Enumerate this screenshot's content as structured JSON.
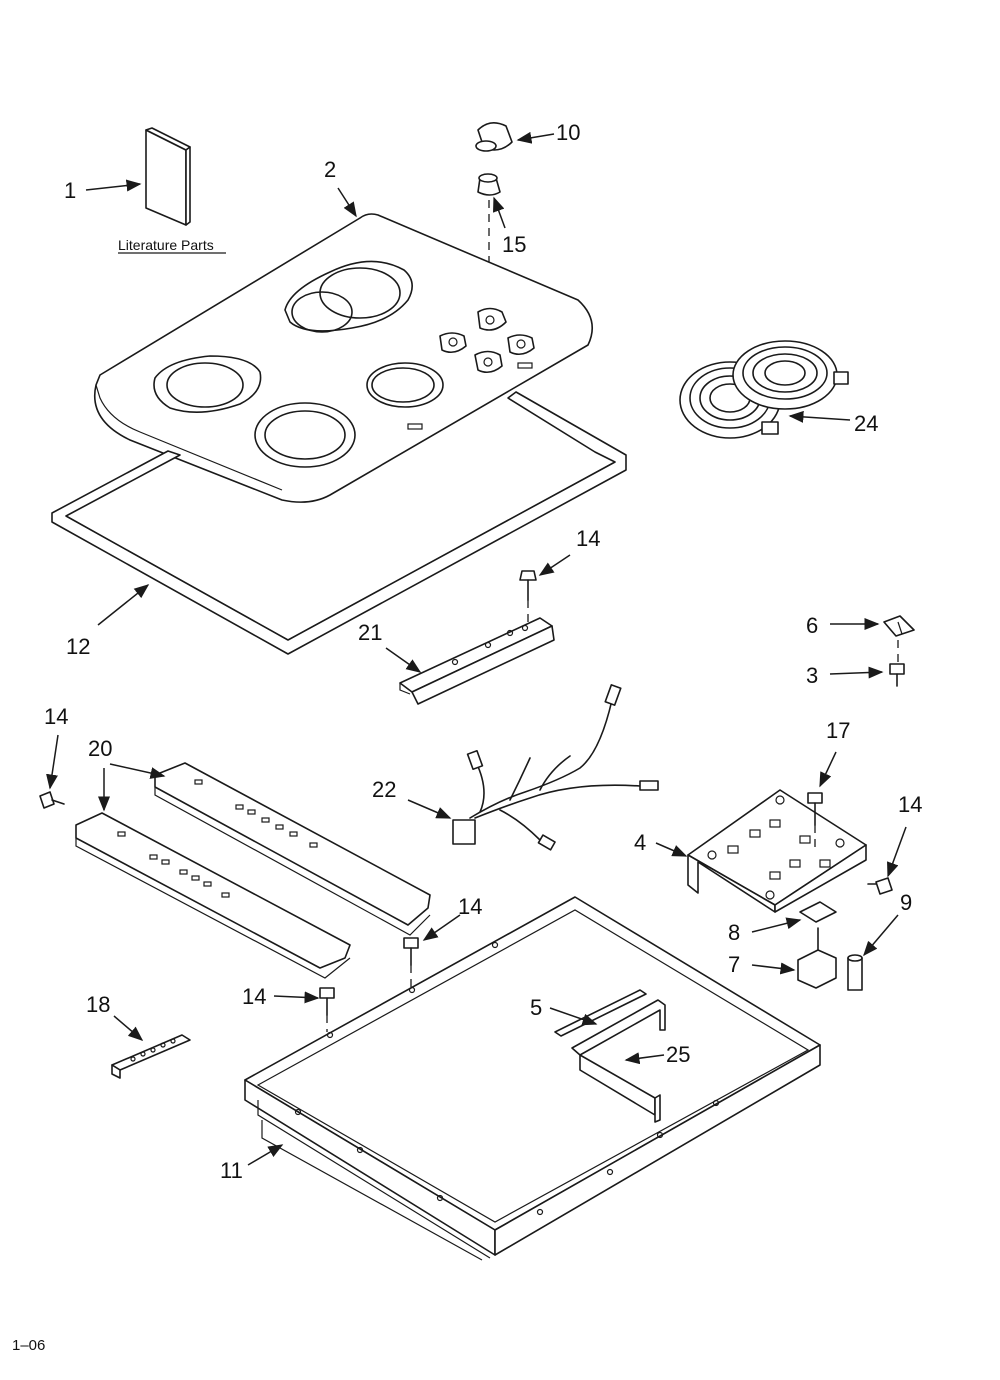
{
  "callouts": {
    "c1": "1",
    "c2": "2",
    "c3": "3",
    "c4": "4",
    "c5": "5",
    "c6": "6",
    "c7": "7",
    "c8": "8",
    "c9": "9",
    "c10": "10",
    "c11": "11",
    "c12": "12",
    "c14a": "14",
    "c14b": "14",
    "c14c": "14",
    "c14d": "14",
    "c14e": "14",
    "c15": "15",
    "c17": "17",
    "c18": "18",
    "c20": "20",
    "c21": "21",
    "c22": "22",
    "c24": "24",
    "c25": "25"
  },
  "literature_label": "Literature Parts",
  "footer_code": "1–06"
}
